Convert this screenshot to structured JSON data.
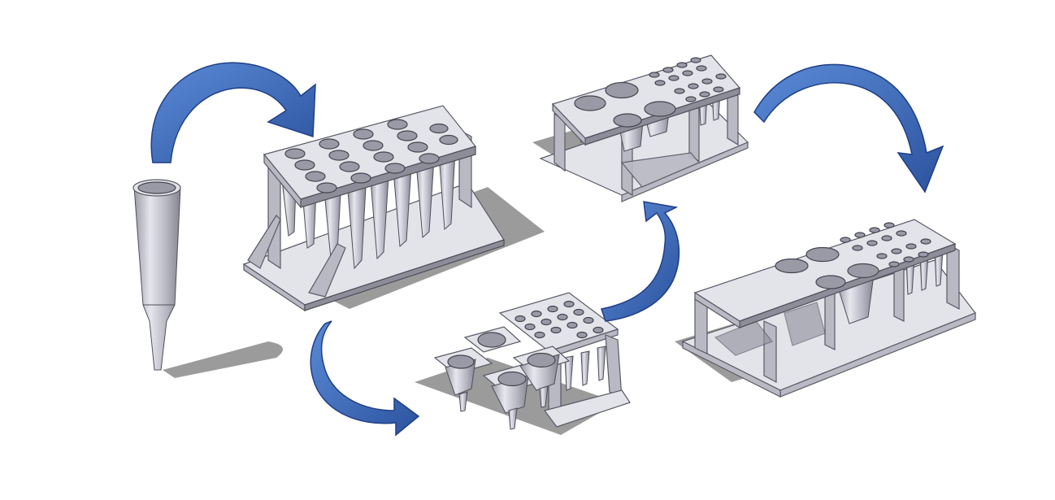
{
  "figure": {
    "colors": {
      "arrow": "#3f6fbf",
      "arrow_dark": "#1f3f86",
      "metal_light": "#e3e3ea",
      "metal_mid": "#b9b9c4",
      "metal_dark": "#8d8d99",
      "shadow": "#7a7a7a"
    },
    "components": [
      {
        "id": "single-tube",
        "icon": "conical-tube-icon"
      },
      {
        "id": "tube-rack-16",
        "icon": "tube-rack-icon"
      },
      {
        "id": "modular-rack-parts",
        "icon": "modular-rack-icon"
      },
      {
        "id": "combined-rack-small",
        "icon": "combined-rack-icon"
      },
      {
        "id": "combined-rack-large",
        "icon": "combined-rack-icon"
      }
    ],
    "flow": [
      {
        "from": "single-tube",
        "to": "tube-rack-16",
        "icon": "curved-arrow-icon"
      },
      {
        "from": "tube-rack-16",
        "to": "modular-rack-parts",
        "icon": "curved-arrow-icon"
      },
      {
        "from": "modular-rack-parts",
        "to": "combined-rack-small",
        "icon": "curved-arrow-icon"
      },
      {
        "from": "combined-rack-small",
        "to": "combined-rack-large",
        "icon": "curved-arrow-icon"
      }
    ]
  }
}
